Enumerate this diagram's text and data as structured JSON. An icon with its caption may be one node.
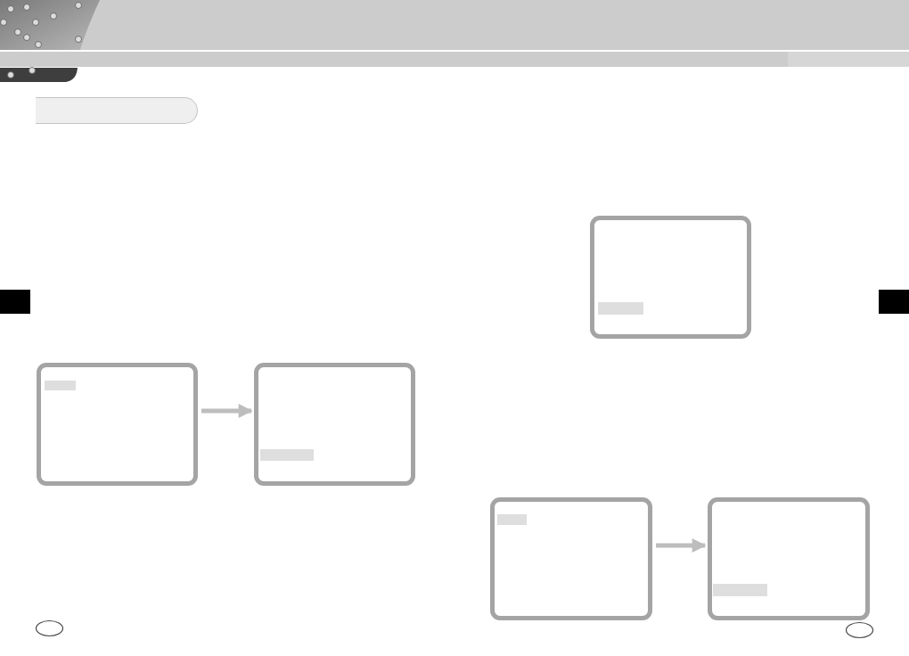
{
  "diagram": {
    "nodes": [
      {
        "text": [],
        "shape": "bar"
      },
      {
        "text": [],
        "shape": "box"
      },
      {
        "text": [],
        "shape": "box"
      },
      {
        "text": [],
        "shape": "box"
      },
      {
        "text": [],
        "shape": "box"
      },
      {
        "text": [],
        "shape": "box"
      }
    ],
    "edges": [
      {
        "from": 1,
        "to": 2,
        "arrow": "to"
      },
      {
        "from": 4,
        "to": 5,
        "arrow": "to"
      }
    ]
  }
}
